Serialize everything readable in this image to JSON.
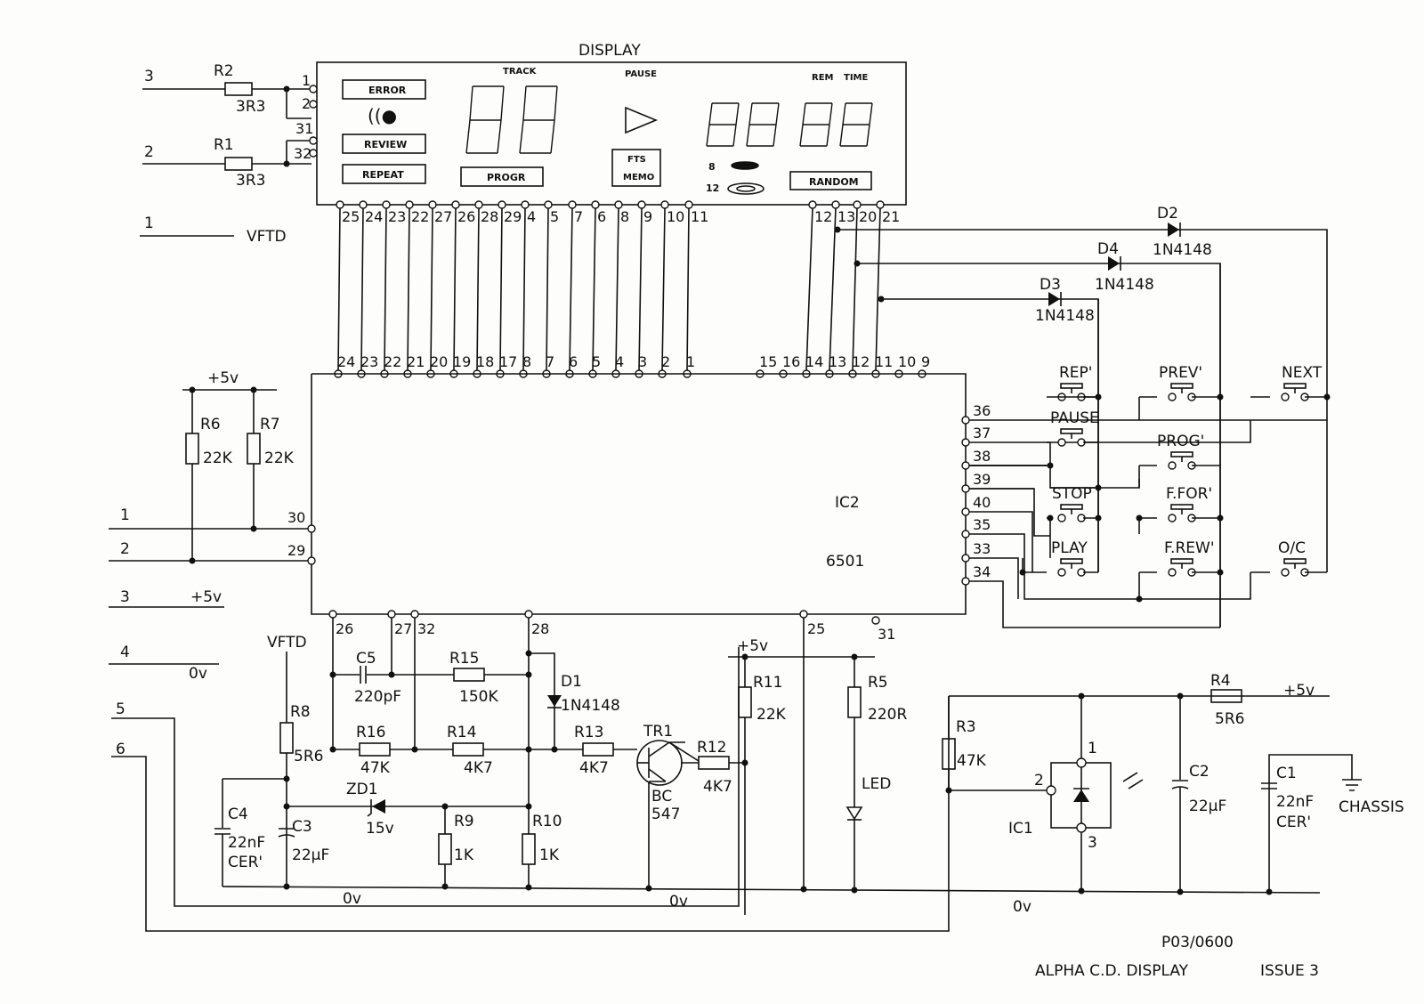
{
  "display": {
    "title": "DISPLAY",
    "labels": {
      "track": "TRACK",
      "pause": "PAUSE",
      "rem": "REM",
      "time": "TIME",
      "error": "ERROR",
      "review": "REVIEW",
      "repeat": "REPEAT",
      "progr": "PROGR",
      "fts": "FTS",
      "memo": "MEMO",
      "random": "RANDOM",
      "d8": "8",
      "d12": "12"
    },
    "left_pins": [
      "1",
      "2",
      "31",
      "32"
    ],
    "bottom_pins": [
      "25",
      "24",
      "23",
      "22",
      "27",
      "26",
      "28",
      "29",
      "4",
      "5",
      "7",
      "6",
      "8",
      "9",
      "10",
      "11",
      "12",
      "13",
      "20",
      "21"
    ]
  },
  "connector": {
    "top": [
      {
        "num": "3",
        "resistor": "R2",
        "value": "3R3"
      },
      {
        "num": "2",
        "resistor": "R1",
        "value": "3R3"
      },
      {
        "num": "1",
        "label": "VFTD"
      }
    ],
    "bottom": [
      {
        "num": "1",
        "label": ""
      },
      {
        "num": "2",
        "label": ""
      },
      {
        "num": "3",
        "label": "+5v"
      },
      {
        "num": "4",
        "label": "0v"
      },
      {
        "num": "5",
        "label": ""
      },
      {
        "num": "6",
        "label": ""
      }
    ]
  },
  "ic2": {
    "ref": "IC2",
    "part": "6501",
    "top_pins": [
      "24",
      "23",
      "22",
      "21",
      "20",
      "19",
      "18",
      "17",
      "8",
      "7",
      "6",
      "5",
      "4",
      "3",
      "2",
      "1",
      "15",
      "16",
      "14",
      "13",
      "12",
      "11",
      "10",
      "9"
    ],
    "left_pins": [
      "30",
      "29"
    ],
    "right_pins": [
      "36",
      "37",
      "38",
      "39",
      "40",
      "35",
      "33",
      "34"
    ],
    "bottom_pins": [
      "26",
      "27",
      "32",
      "28",
      "25",
      "31"
    ]
  },
  "diodes": [
    {
      "ref": "D2",
      "part": "1N4148"
    },
    {
      "ref": "D4",
      "part": "1N4148"
    },
    {
      "ref": "D3",
      "part": "1N4148"
    },
    {
      "ref": "D1",
      "part": "1N4148"
    }
  ],
  "switches": [
    "REP'",
    "PAUSE",
    "STOP",
    "PLAY",
    "PREV'",
    "PROG'",
    "F.FOR'",
    "F.REW'",
    "NEXT",
    "O/C"
  ],
  "components": {
    "r6": {
      "ref": "R6",
      "value": "22K"
    },
    "r7": {
      "ref": "R7",
      "value": "22K"
    },
    "r8": {
      "ref": "R8",
      "value": "5R6"
    },
    "r15": {
      "ref": "R15",
      "value": "150K"
    },
    "r16": {
      "ref": "R16",
      "value": "47K"
    },
    "r14": {
      "ref": "R14",
      "value": "4K7"
    },
    "r13": {
      "ref": "R13",
      "value": "4K7"
    },
    "r12": {
      "ref": "R12",
      "value": "4K7"
    },
    "r11": {
      "ref": "R11",
      "value": "22K"
    },
    "r5": {
      "ref": "R5",
      "value": "220R"
    },
    "r9": {
      "ref": "R9",
      "value": "1K"
    },
    "r10": {
      "ref": "R10",
      "value": "1K"
    },
    "r3": {
      "ref": "R3",
      "value": "47K"
    },
    "r4": {
      "ref": "R4",
      "value": "5R6"
    },
    "c5": {
      "ref": "C5",
      "value": "220pF"
    },
    "c4": {
      "ref": "C4",
      "value": "22nF",
      "note": "CER'"
    },
    "c3": {
      "ref": "C3",
      "value": "22µF"
    },
    "c2": {
      "ref": "C2",
      "value": "22µF"
    },
    "c1": {
      "ref": "C1",
      "value": "22nF",
      "note": "CER'"
    },
    "zd1": {
      "ref": "ZD1",
      "value": "15v"
    },
    "tr1": {
      "ref": "TR1",
      "part": "BC",
      "part2": "547"
    },
    "led": {
      "label": "LED"
    },
    "ic1": {
      "ref": "IC1",
      "pins": [
        "1",
        "2",
        "3"
      ]
    }
  },
  "rails": {
    "plus5": "+5v",
    "zero": "0v",
    "vftd": "VFTD",
    "chassis": "CHASSIS"
  },
  "footer": {
    "drawing_no": "P03/0600",
    "title": "ALPHA C.D. DISPLAY",
    "issue": "ISSUE 3"
  }
}
